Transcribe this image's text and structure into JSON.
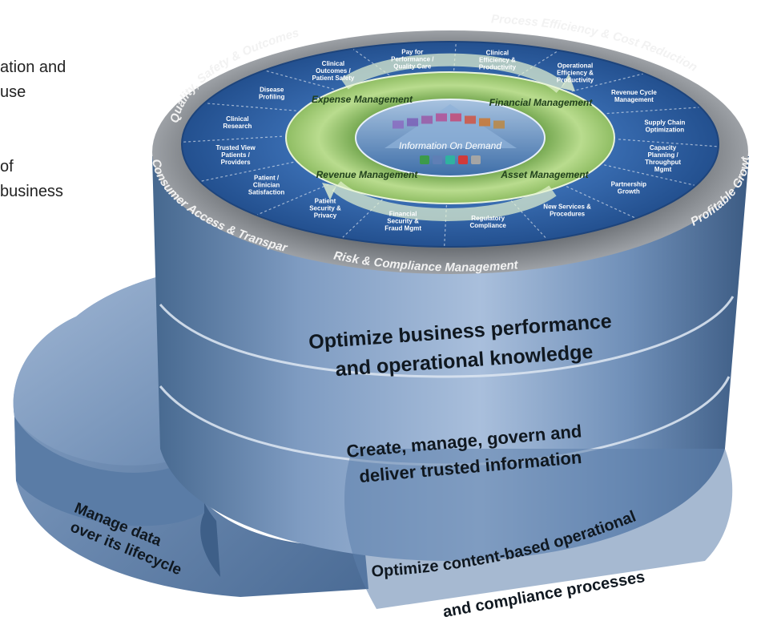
{
  "clipped_text": [
    "ation and",
    "use",
    "of",
    " business"
  ],
  "outer_ring": {
    "labels": [
      "Quality, Safety & Outcomes",
      "Process Efficiency & Cost Reduction",
      "Profitable Growth",
      "Risk & Compliance Management",
      "Consumer Access & Transparency"
    ]
  },
  "segments": [
    "Pay for Performance / Quality Care",
    "Clinical Efficiency & Productivity",
    "Operational Efficiency & Productivity",
    "Revenue Cycle Management",
    "Supply Chain Optimization",
    "Capacity Planning / Throughput Mgmt",
    "Partnership Growth",
    "New Services & Procedures",
    "Regulatory Compliance",
    "Financial Security & Fraud Mgmt",
    "Patient Security & Privacy",
    "Patient / Clinician Satisfaction",
    "Trusted View Patients / Providers",
    "Clinical Research",
    "Disease Profiling",
    "Clinical Outcomes / Patient Safety"
  ],
  "inner_ring": {
    "quadrants": [
      "Expense Management",
      "Financial Management",
      "Asset Management",
      "Revenue Management"
    ]
  },
  "center": {
    "label": "Information On Demand"
  },
  "tiers": {
    "tier1": [
      "Optimize business performance",
      "and operational knowledge"
    ],
    "tier2": [
      "Create, manage, govern and",
      "deliver trusted information"
    ],
    "tier3a": [
      "Optimize content-based operational",
      "and compliance processes"
    ],
    "tier3b": [
      "Manage data",
      "over its lifecycle"
    ]
  },
  "colors": {
    "segment_blue": "#2f5fa6",
    "inner_green": "#a8d07a",
    "cylinder_blue": "#7b98bf",
    "rim_gray": "#8c8f93"
  }
}
